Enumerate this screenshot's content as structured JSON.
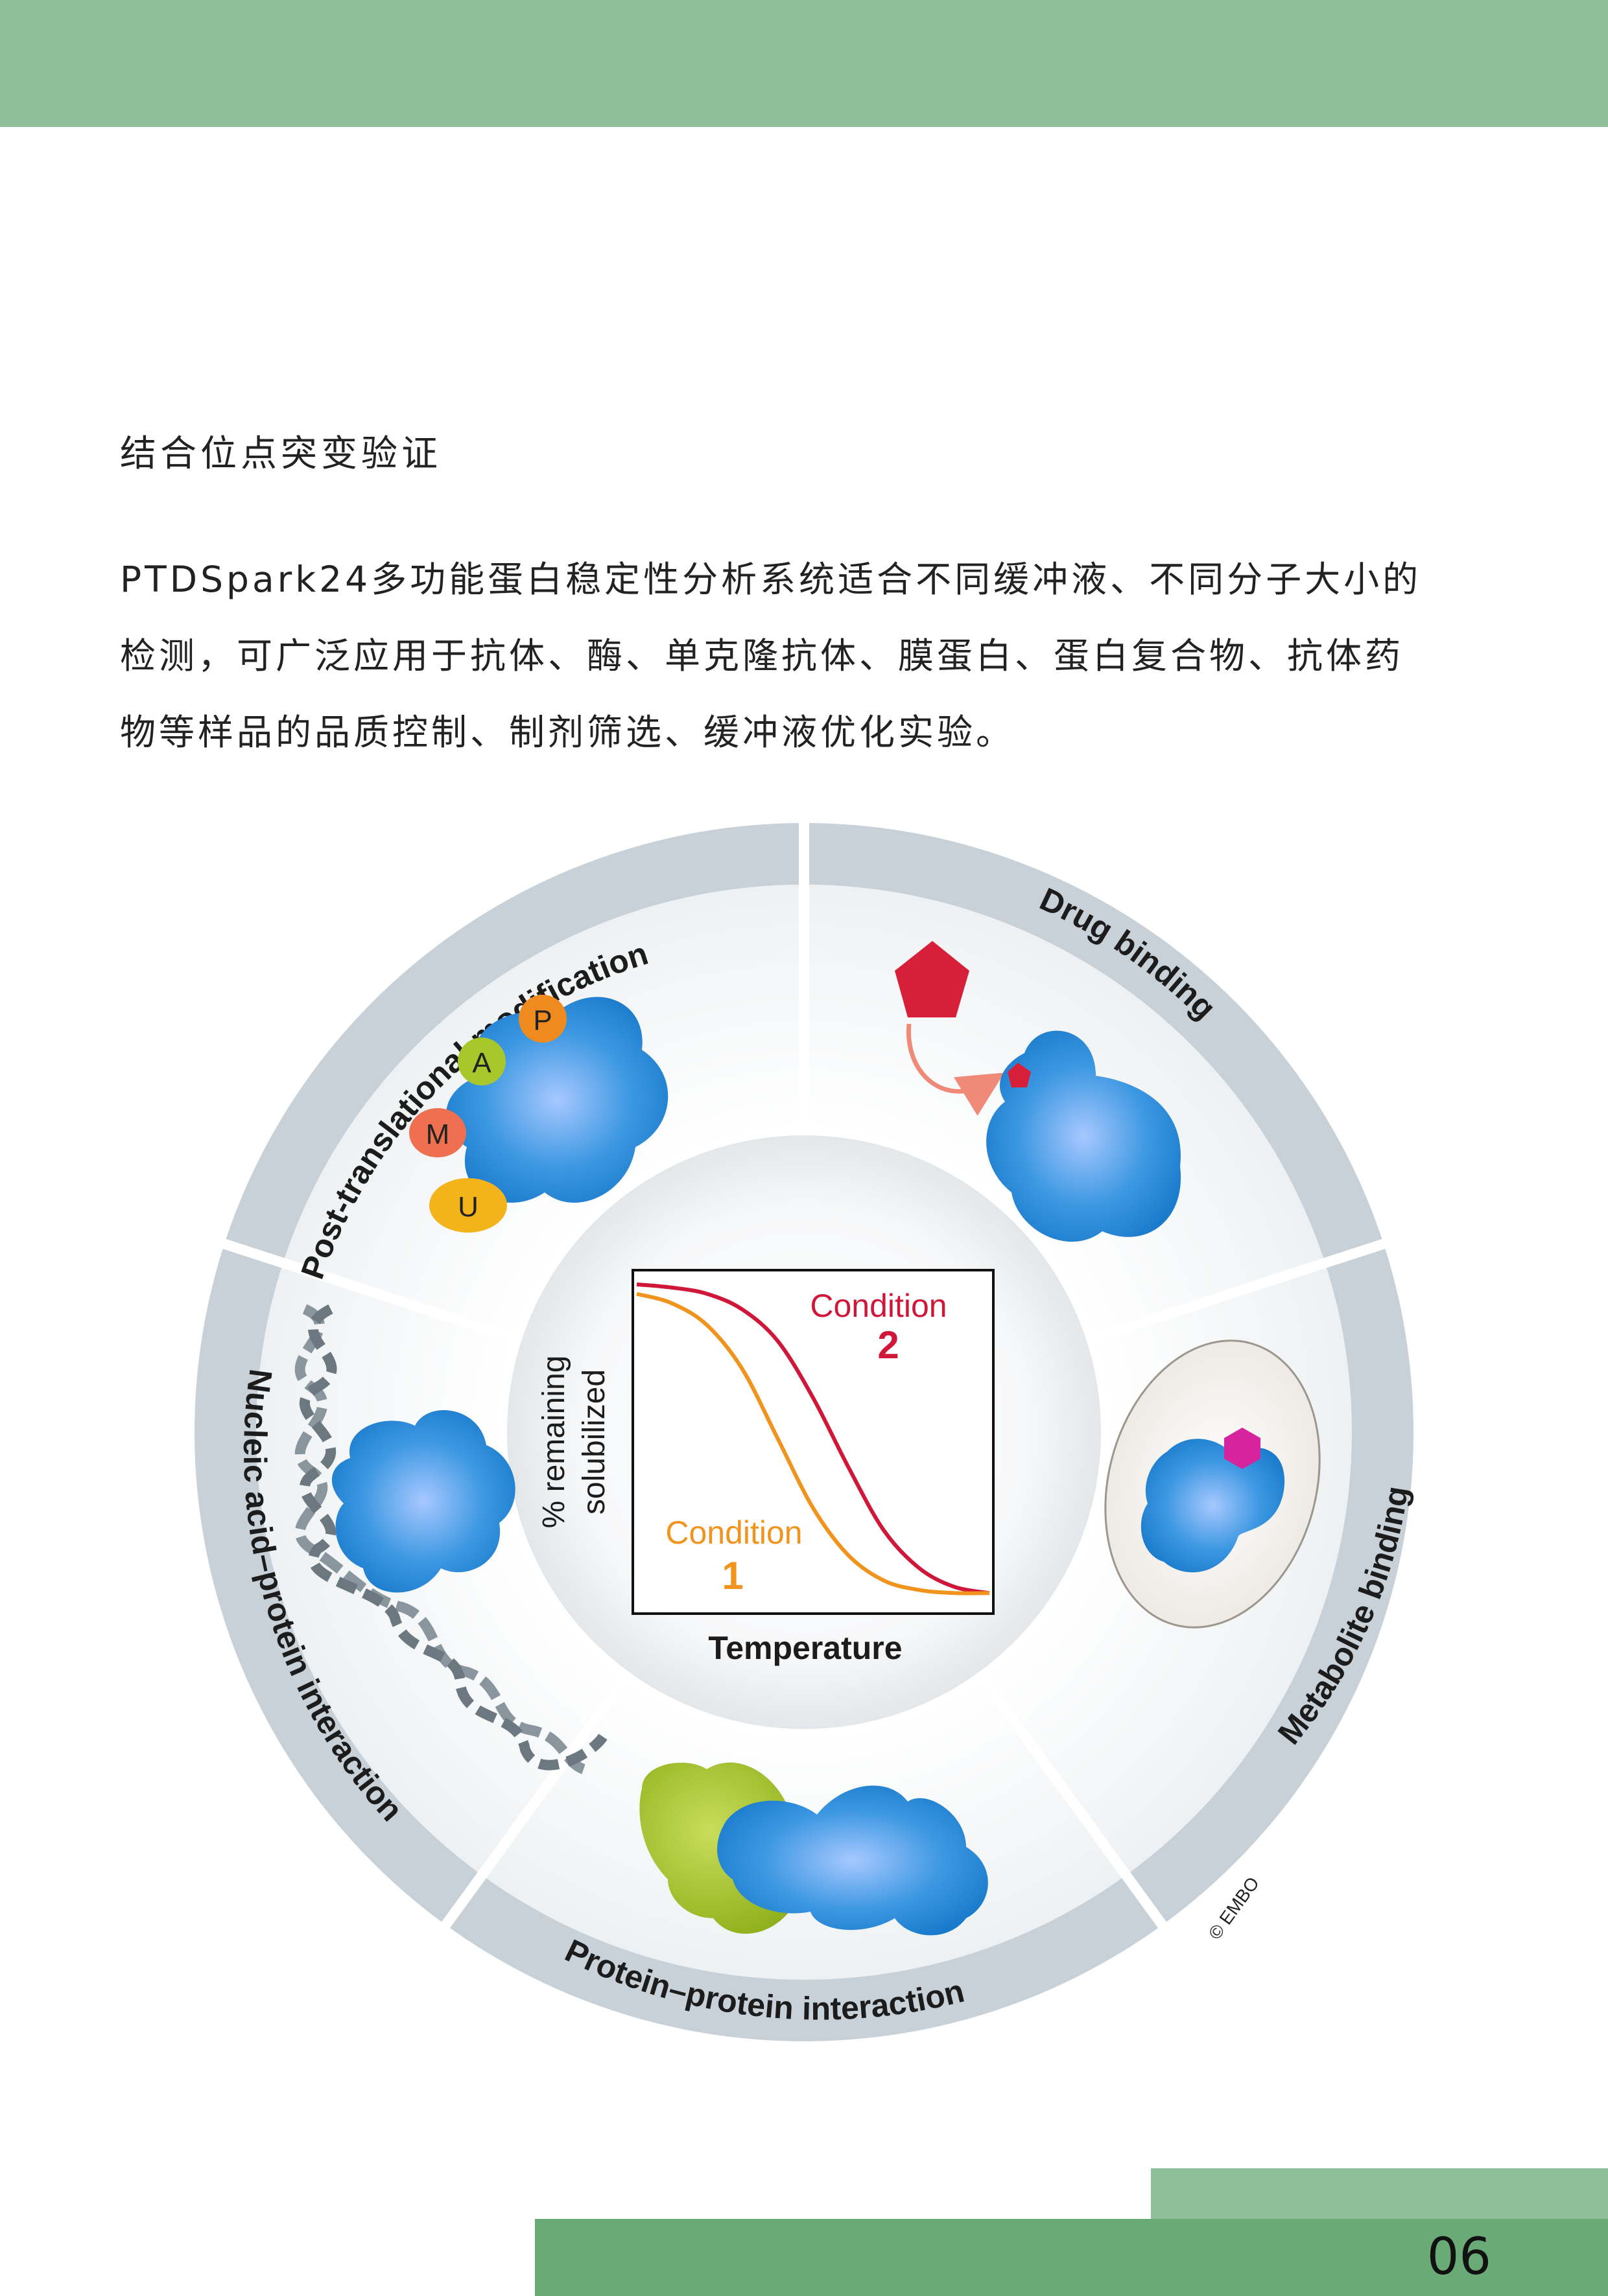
{
  "page": {
    "heading": "结合位点突变验证",
    "paragraph_lines": [
      "PTDSpark24多功能蛋白稳定性分析系统适合不同缓冲液、不同分子大小的",
      "检测，可广泛应用于抗体、酶、单克隆抗体、膜蛋白、蛋白复合物、抗体药",
      "物等样品的品质控制、制剂筛选、缓冲液优化实验。"
    ],
    "page_number": "06"
  },
  "figure": {
    "segments": {
      "ptm": "Post-translational modification",
      "drug": "Drug binding",
      "metabolite": "Metabolite binding",
      "ppi": "Protein–protein interaction",
      "nucleic": "Nucleic acid–protein interaction"
    },
    "ptm_badges": [
      "P",
      "A",
      "M",
      "U"
    ],
    "copyright": "© EMBO",
    "chart": {
      "ylabel_line1": "% remaining",
      "ylabel_line2": "solubilized",
      "xlabel": "Temperature",
      "condition1_label": "Condition",
      "condition1_number": "1",
      "condition2_label": "Condition",
      "condition2_number": "2"
    }
  },
  "colors": {
    "top_bar": "#8fbf98",
    "footer_light": "#8fbf98",
    "footer_dark": "#6aaa76",
    "ring": "#c9d1d8",
    "protein_blue": "#2a8fd6",
    "condition1": "#f0941e",
    "condition2": "#d0173a",
    "ppi_green": "#a5c229"
  },
  "chart_data": {
    "type": "line",
    "xlabel": "Temperature",
    "ylabel": "% remaining solubilized",
    "series": [
      {
        "name": "Condition 1",
        "x": [
          0,
          0.1,
          0.2,
          0.3,
          0.4,
          0.5,
          0.6,
          0.7,
          0.8,
          0.9,
          1
        ],
        "values": [
          0.97,
          0.94,
          0.87,
          0.73,
          0.51,
          0.29,
          0.14,
          0.06,
          0.03,
          0.02,
          0.02
        ]
      },
      {
        "name": "Condition 2",
        "x": [
          0,
          0.1,
          0.2,
          0.3,
          0.4,
          0.5,
          0.6,
          0.7,
          0.8,
          0.9,
          1
        ],
        "values": [
          1.0,
          0.99,
          0.97,
          0.92,
          0.82,
          0.64,
          0.42,
          0.22,
          0.1,
          0.04,
          0.02
        ]
      }
    ]
  }
}
